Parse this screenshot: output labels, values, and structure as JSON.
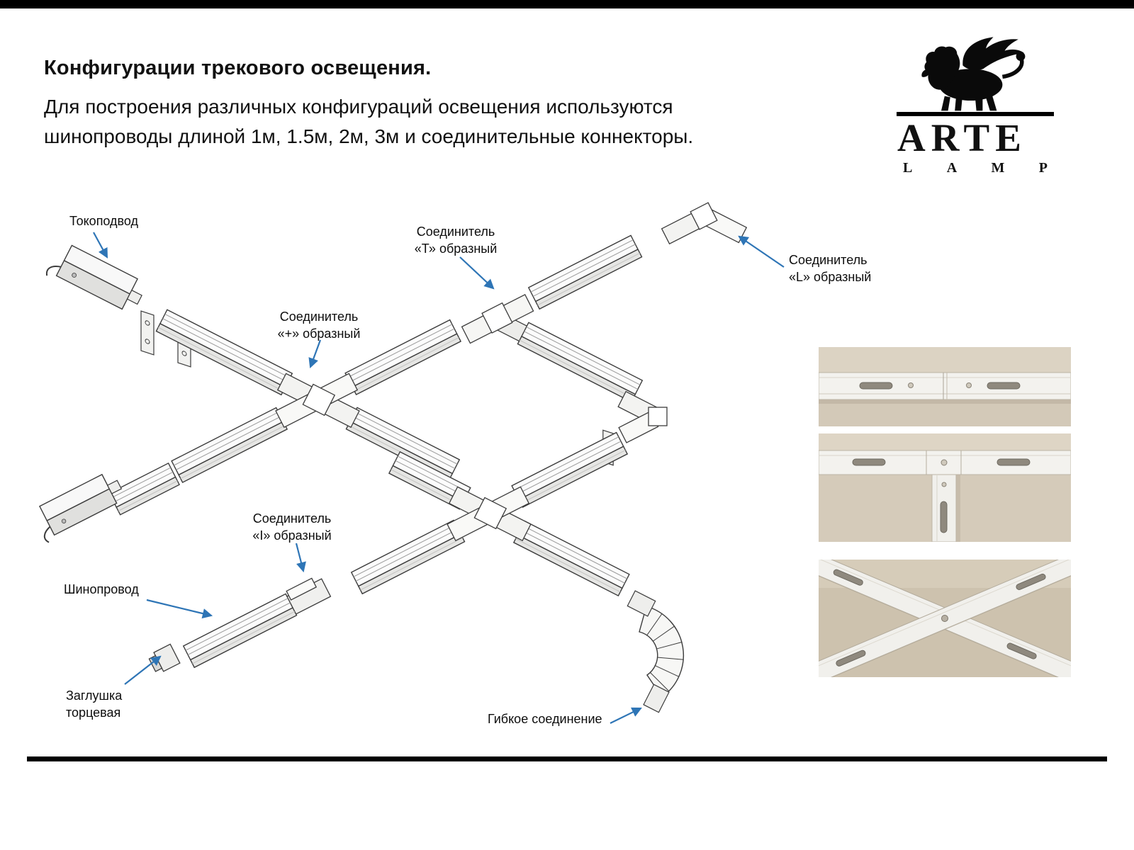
{
  "page": {
    "title": "Конфигурации трекового освещения.",
    "subtitle_lines": [
      "Для построения различных конфигураций освещения используются",
      "шинопроводы  длиной 1м, 1.5м, 2м, 3м и соединительные коннекторы."
    ]
  },
  "brand": {
    "name": "ARTE",
    "lamp_letters": [
      "L",
      "A",
      "M",
      "P"
    ]
  },
  "callouts": {
    "power_feed": {
      "lines": [
        "Токоподвод"
      ]
    },
    "t_connector": {
      "lines": [
        "Соединитель",
        "«Т» образный"
      ]
    },
    "l_connector": {
      "lines": [
        "Соединитель",
        "«L» образный"
      ]
    },
    "plus_connector": {
      "lines": [
        "Соединитель",
        "«+» образный"
      ]
    },
    "i_connector": {
      "lines": [
        "Соединитель",
        "«I» образный"
      ]
    },
    "track": {
      "lines": [
        "Шинопровод"
      ]
    },
    "end_cap": {
      "lines": [
        "Заглушка",
        "торцевая"
      ]
    },
    "flexible": {
      "lines": [
        "Гибкое соединение"
      ]
    }
  },
  "colors": {
    "arrow_blue": "#2e75b6",
    "bar_black": "#000000"
  }
}
